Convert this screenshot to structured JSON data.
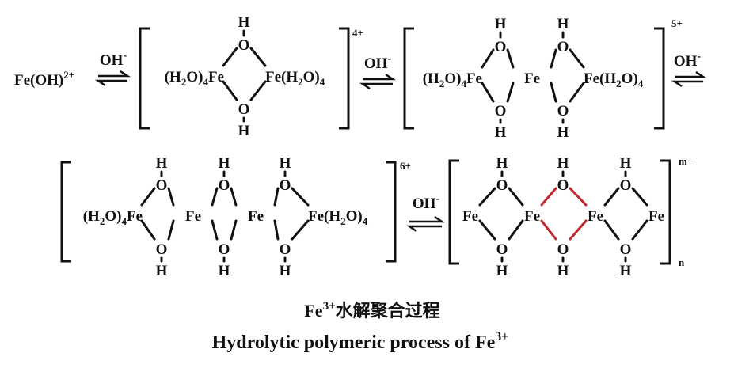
{
  "colors": {
    "ink": "#111111",
    "highlight": "#c0282d"
  },
  "atoms": {
    "H": "H",
    "O": "O",
    "Fe": "Fe"
  },
  "ligand": {
    "text": "(H",
    "sub": "2",
    "tail": "O)",
    "sub4": "4"
  },
  "reagent": {
    "text": "OH",
    "sup": "-"
  },
  "start": {
    "text": "Fe(OH)",
    "sup": "2+"
  },
  "charges": {
    "dimer": "4+",
    "trimer": "5+",
    "tetramer": "6+",
    "polymer": "m+",
    "polymer_n": "n"
  },
  "caption": {
    "zh_prefix": "Fe",
    "zh_sup": "3+",
    "zh_text": "水解聚合过程",
    "en_text": "Hydrolytic polymeric process of Fe",
    "en_sup": "3+"
  }
}
